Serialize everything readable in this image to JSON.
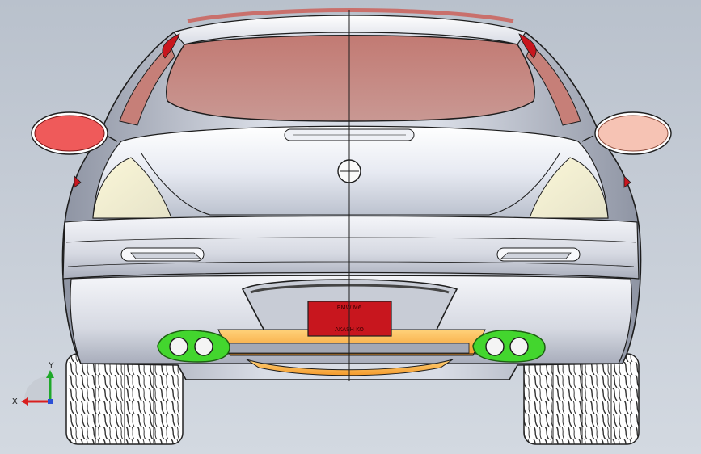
{
  "viewport": {
    "background_top": "#b9c1cc",
    "background_bottom": "#d3d9e1"
  },
  "model": {
    "body_color": "#e9ecf3",
    "glass_color": "#c58f8a",
    "taillight_left_color": "#ef5a5a",
    "taillight_right_color": "#f6c3b4",
    "exhaust_color": "#43d62e",
    "plate_color": "#c8161e",
    "plate": {
      "line1": "BMW M6",
      "line2": "AKASH KO"
    }
  },
  "triad": {
    "x_label": "X",
    "y_label": "Y",
    "x_color": "#d81e1e",
    "y_color": "#1fa82a",
    "z_color": "#2a4fd6"
  }
}
